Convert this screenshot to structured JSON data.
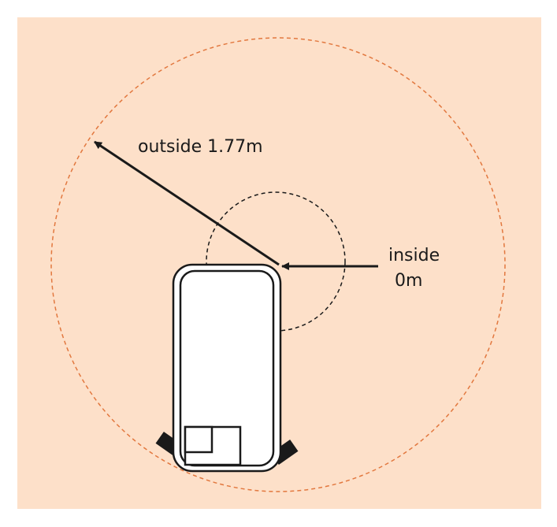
{
  "labels": {
    "outside": "outside 1.77m",
    "inside_line1": "inside",
    "inside_line2": "0m"
  },
  "colors": {
    "background": "#fde0c9",
    "outer_circle": "#e2783f",
    "ink": "#1a1a1a",
    "body_fill": "#ffffff"
  },
  "icons": [
    "arrow-outside",
    "arrow-inside",
    "stretcher"
  ]
}
